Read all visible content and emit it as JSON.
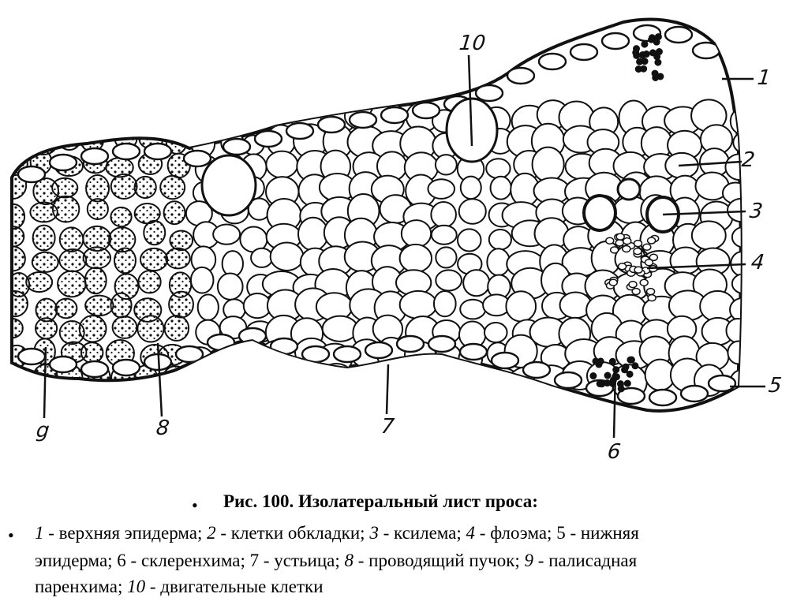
{
  "figure": {
    "labels": {
      "l1": "1",
      "l2": "2",
      "l3": "3",
      "l4": "4",
      "l5": "5",
      "l6": "6",
      "l7": "7",
      "l8": "8",
      "l9": "g",
      "l10": "10"
    }
  },
  "caption": {
    "bullet": "•",
    "title": "Рис. 100. Изолатеральный лист проса:",
    "n1": "1",
    "t1": " - верхняя эпидерма; ",
    "n2": "2",
    "t2": " - клетки обкладки; ",
    "n3": "3",
    "t3": " - ксилема; ",
    "n4": "4",
    "t4": " - флоэма; 5 - нижняя",
    "t5": "эпидерма; 6 - склеренхима; 7 - устьица; ",
    "n8": "8",
    "t8": " - проводящий пучок; ",
    "n9": "9",
    "t9": " - палисадная",
    "t10": "паренхима; ",
    "n10": "10",
    "t11": " - двигательные клетки"
  }
}
